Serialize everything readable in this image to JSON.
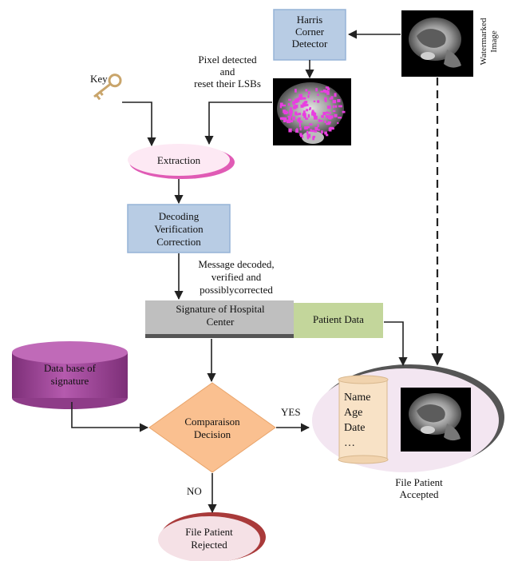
{
  "nodes": {
    "harris": [
      "Harris",
      "Corner",
      "Detector"
    ],
    "watermarked": "Watermarked Image",
    "pixel_note": [
      "Pixel detected",
      "and",
      "reset their  LSBs"
    ],
    "key": "Key",
    "extraction": "Extraction",
    "decoding": [
      "Decoding",
      "Verification",
      "Correction"
    ],
    "message_note": [
      "Message decoded,",
      "verified and",
      "possiblycorrected"
    ],
    "signature": [
      "Signature of Hospital",
      "Center"
    ],
    "patient_data": "Patient Data",
    "database": [
      "Data base of",
      "signature"
    ],
    "decision": [
      "Comparaison",
      "Decision"
    ],
    "yes": "YES",
    "no": "NO",
    "rejected": [
      "File Patient",
      "Rejected"
    ],
    "accepted": [
      "File Patient",
      "Accepted"
    ],
    "scroll_fields": [
      "Name",
      "Age",
      "Date",
      "…"
    ]
  },
  "colors": {
    "box_fill": "#b8cce4",
    "box_stroke": "#95b3d7",
    "extraction_fill": "#fde9f4",
    "extraction_rim": "#e05bb5",
    "signature_fill": "#bfbfbf",
    "patient_fill": "#c3d69b",
    "database_fill": "#a1479b",
    "decision_fill": "#fac090",
    "rejected_fill": "#f5e1e6",
    "rejected_rim": "#a93a3a",
    "accepted_fill": "#f3e6f1",
    "overlay": "#e83fe0"
  }
}
